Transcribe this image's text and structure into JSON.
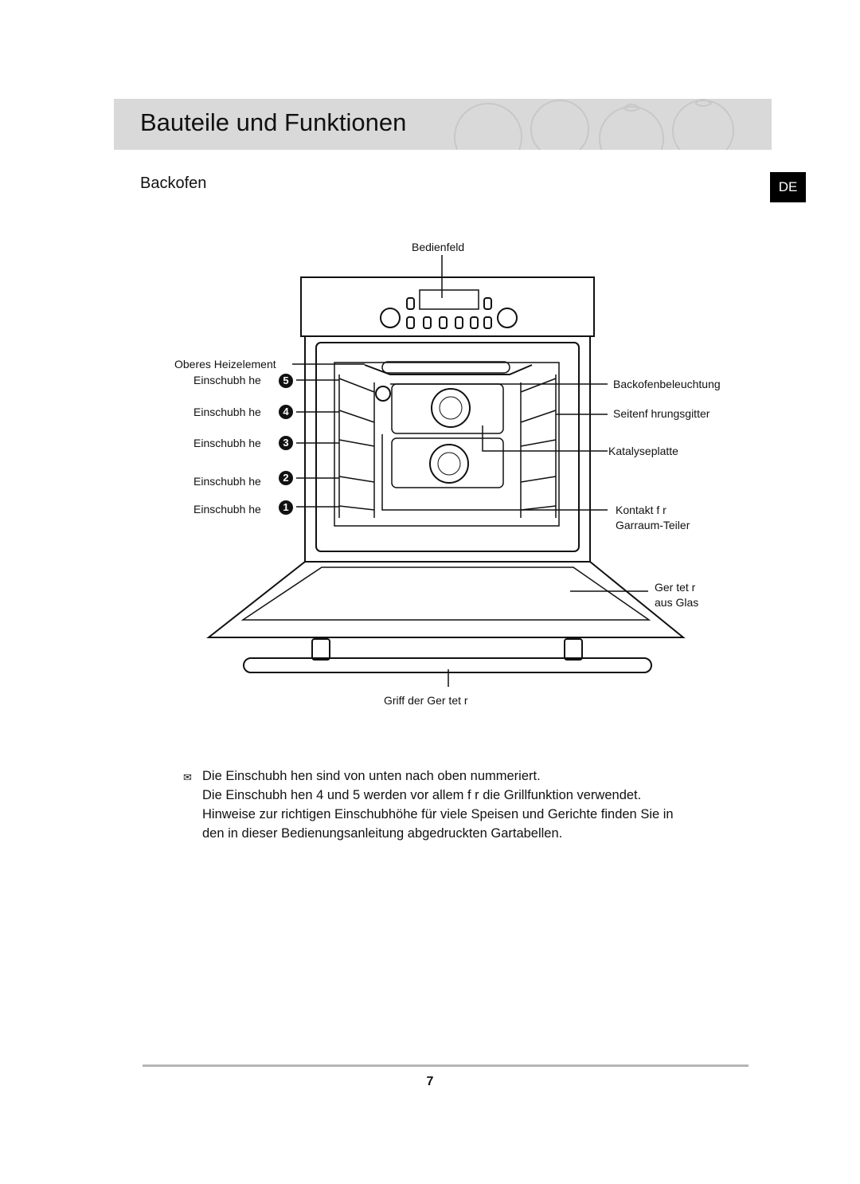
{
  "header": {
    "title": "Bauteile und Funktionen"
  },
  "section": {
    "heading": "Backofen",
    "language": "DE"
  },
  "diagram": {
    "control_panel": "Bedienfeld",
    "upper_heater": "Oberes Heizelement",
    "shelf_label": "Einschubh he",
    "shelf_numbers": [
      "5",
      "4",
      "3",
      "2",
      "1"
    ],
    "lamp": "Backofenbeleuchtung",
    "side_rails": "Seitenf hrungsgitter",
    "catalytic": "Katalyseplatte",
    "contact_line1": "Kontakt f r",
    "contact_line2": "Garraum-Teiler",
    "door_line1": "Ger tet r",
    "door_line2": "aus Glas",
    "handle": "Griff der Ger tet r"
  },
  "notes": {
    "marker": "✉",
    "line1": "Die Einschubh hen sind von unten nach oben nummeriert.",
    "line2": "Die Einschubh hen 4 und 5 werden vor allem f r die Grillfunktion verwendet.",
    "line3": "Hinweise zur richtigen Einschubhöhe für viele Speisen und Gerichte finden Sie in",
    "line4": "den in dieser Bedienungsanleitung abgedruckten Gartabellen."
  },
  "footer": {
    "page_number": "7"
  }
}
